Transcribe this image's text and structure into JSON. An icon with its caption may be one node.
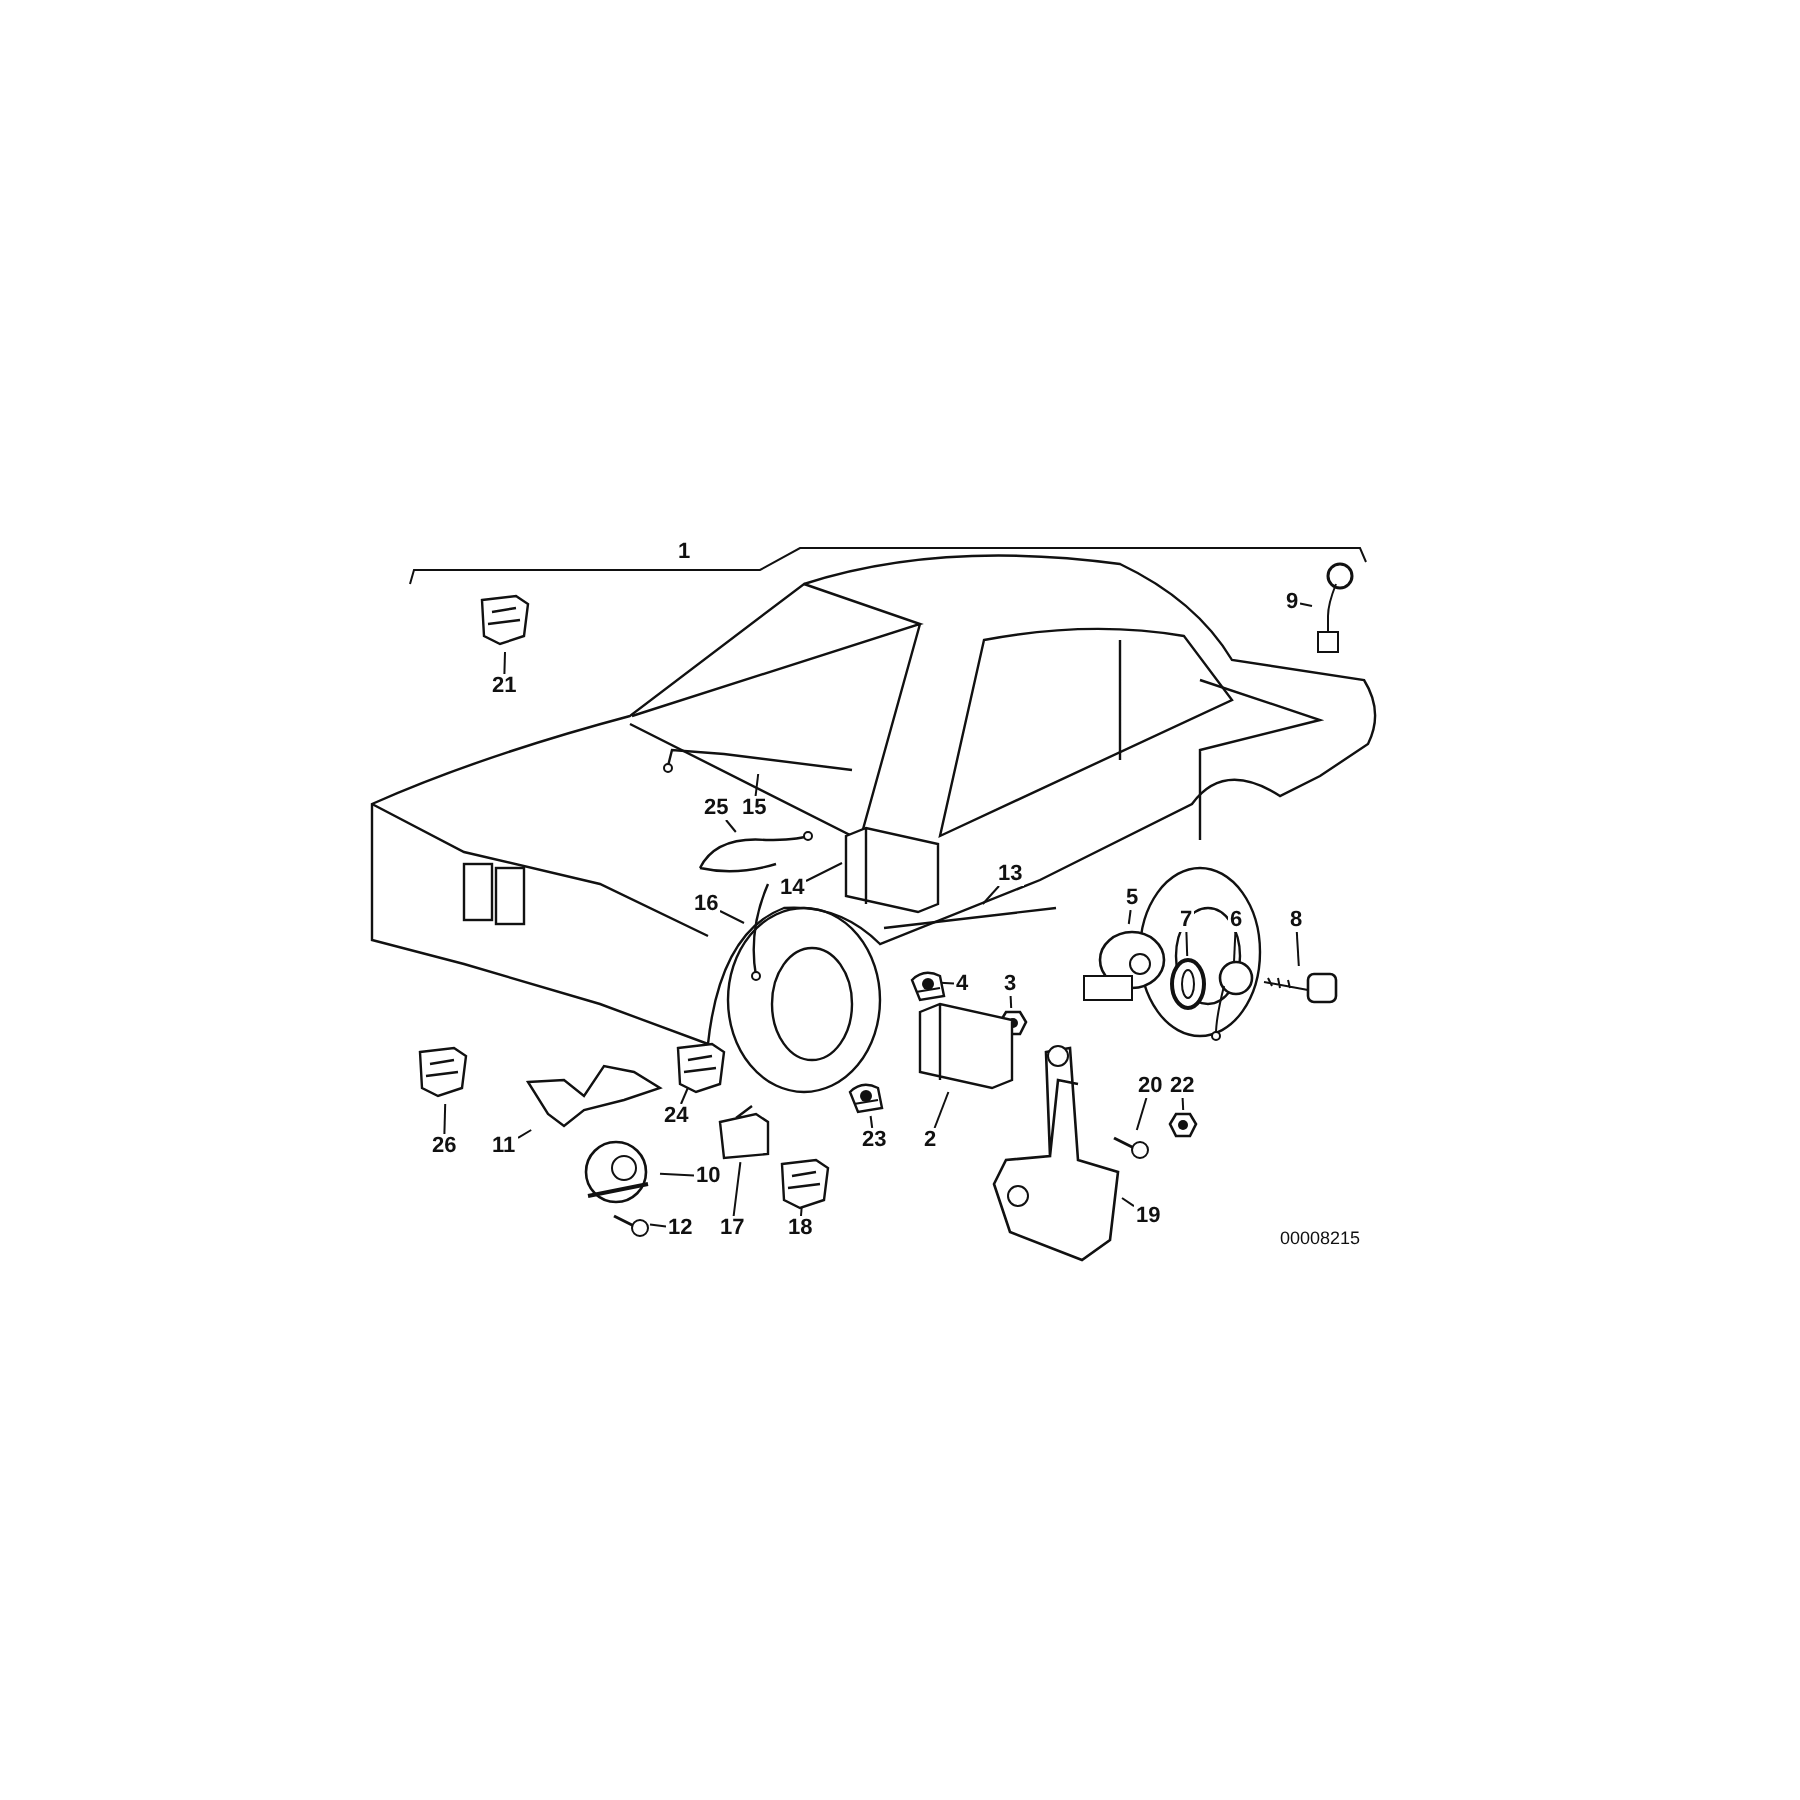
{
  "diagram": {
    "nodes": [
      {
        "text": [
          "9"
        ]
      },
      {
        "text": [
          "21"
        ]
      },
      {
        "text": [
          "25"
        ]
      },
      {
        "text": [
          "15"
        ]
      },
      {
        "text": [
          "14"
        ]
      },
      {
        "text": [
          "16"
        ]
      },
      {
        "text": [
          "13"
        ]
      },
      {
        "text": [
          "5"
        ]
      },
      {
        "text": [
          "7"
        ]
      },
      {
        "text": [
          "6"
        ]
      },
      {
        "text": [
          "8"
        ]
      },
      {
        "text": [
          "4"
        ]
      },
      {
        "text": [
          "3"
        ]
      },
      {
        "text": [
          "24"
        ]
      },
      {
        "text": [
          "26"
        ]
      },
      {
        "text": [
          "11"
        ]
      },
      {
        "text": [
          "10"
        ]
      },
      {
        "text": [
          "23"
        ]
      },
      {
        "text": [
          "2"
        ]
      },
      {
        "text": [
          "20"
        ]
      },
      {
        "text": [
          "22"
        ]
      },
      {
        "text": [
          "17"
        ]
      },
      {
        "text": [
          "12"
        ]
      },
      {
        "text": [
          "18"
        ]
      },
      {
        "text": [
          "19"
        ]
      },
      {
        "text": [],
        "shape": "picture"
      },
      {
        "text": [],
        "shape": "picture"
      },
      {
        "text": [],
        "shape": "picture"
      },
      {
        "text": [],
        "shape": "picture"
      },
      {
        "text": [],
        "shape": "picture"
      },
      {
        "text": [],
        "shape": "picture"
      },
      {
        "text": [],
        "shape": "picture"
      },
      {
        "text": [],
        "shape": "picture"
      },
      {
        "text": [],
        "shape": "picture"
      },
      {
        "text": [],
        "shape": "picture"
      },
      {
        "text": [],
        "shape": "picture"
      },
      {
        "text": [],
        "shape": "picture"
      },
      {
        "text": [],
        "shape": "picture"
      },
      {
        "text": [],
        "shape": "picture"
      },
      {
        "text": [],
        "shape": "picture"
      },
      {
        "text": [],
        "shape": "picture"
      },
      {
        "text": [],
        "shape": "picture"
      },
      {
        "text": [],
        "shape": "picture"
      },
      {
        "text": [],
        "shape": "picture"
      },
      {
        "text": [],
        "shape": "picture"
      },
      {
        "text": [],
        "shape": "picture"
      },
      {
        "text": [],
        "shape": "picture"
      },
      {
        "text": [],
        "shape": "picture"
      },
      {
        "text": [],
        "shape": "picture"
      },
      {
        "text": [],
        "shape": "picture"
      }
    ],
    "edges": [
      {
        "from": 0,
        "to": 25,
        "arrow": "none"
      },
      {
        "from": 1,
        "to": 26,
        "arrow": "none"
      },
      {
        "from": 2,
        "to": 27,
        "arrow": "none"
      },
      {
        "from": 3,
        "to": 28,
        "arrow": "none"
      },
      {
        "from": 4,
        "to": 29,
        "arrow": "none"
      },
      {
        "from": 5,
        "to": 30,
        "arrow": "none"
      },
      {
        "from": 6,
        "to": 31,
        "arrow": "none"
      },
      {
        "from": 7,
        "to": 32,
        "arrow": "none"
      },
      {
        "from": 8,
        "to": 33,
        "arrow": "none"
      },
      {
        "from": 9,
        "to": 34,
        "arrow": "none"
      },
      {
        "from": 10,
        "to": 35,
        "arrow": "none"
      },
      {
        "from": 11,
        "to": 36,
        "arrow": "none"
      },
      {
        "from": 12,
        "to": 37,
        "arrow": "none"
      },
      {
        "from": 13,
        "to": 38,
        "arrow": "none"
      },
      {
        "from": 14,
        "to": 39,
        "arrow": "none"
      },
      {
        "from": 15,
        "to": 40,
        "arrow": "none"
      },
      {
        "from": 16,
        "to": 41,
        "arrow": "none"
      },
      {
        "from": 17,
        "to": 42,
        "arrow": "none"
      },
      {
        "from": 18,
        "to": 43,
        "arrow": "none"
      },
      {
        "from": 19,
        "to": 44,
        "arrow": "none"
      },
      {
        "from": 20,
        "to": 45,
        "arrow": "none"
      },
      {
        "from": 21,
        "to": 46,
        "arrow": "none"
      },
      {
        "from": 22,
        "to": 47,
        "arrow": "none"
      },
      {
        "from": 23,
        "to": 48,
        "arrow": "none"
      },
      {
        "from": 24,
        "to": 49,
        "arrow": "none"
      }
    ],
    "labels": [
      "1",
      "00008215"
    ]
  }
}
